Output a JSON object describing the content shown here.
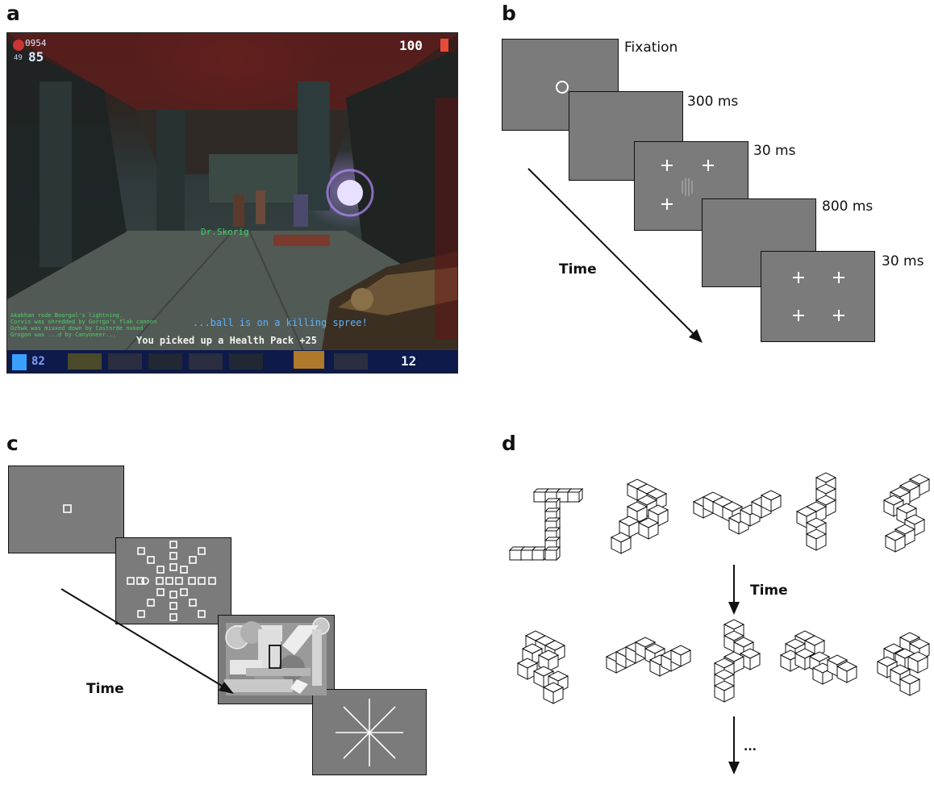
{
  "panels": {
    "a": {
      "letter": "a"
    },
    "b": {
      "letter": "b"
    },
    "c": {
      "letter": "c"
    },
    "d": {
      "letter": "d"
    }
  },
  "game": {
    "hud_score": "0954",
    "hud_top_small": "49",
    "hud_health": "85",
    "hud_ammo_top": "100",
    "player_tag": "Dr.Skorig",
    "killing_spree": "...ball is on a killing spree!",
    "pickup_message": "You picked up a Health Pack +25",
    "hud_bottom_left": "82",
    "hud_bottom_right": "12",
    "chat_lines": [
      "Akakhan rode Boorgal's lightning.",
      "Corvis was shredded by Gorrgo's flak cannon",
      "Ozhwk was mixxed down by Castorde nuked",
      "Grogon was ...d by Canyoneer..."
    ]
  },
  "panel_b": {
    "fixation": "Fixation",
    "t1": "300 ms",
    "t2": "30 ms",
    "t3": "800 ms",
    "t4": "30 ms",
    "time": "Time"
  },
  "panel_c": {
    "time": "Time"
  },
  "panel_d": {
    "time": "Time",
    "ellipsis": "..."
  },
  "colors": {
    "screen_gray": "#7b7b7b",
    "stroke": "#111111"
  }
}
